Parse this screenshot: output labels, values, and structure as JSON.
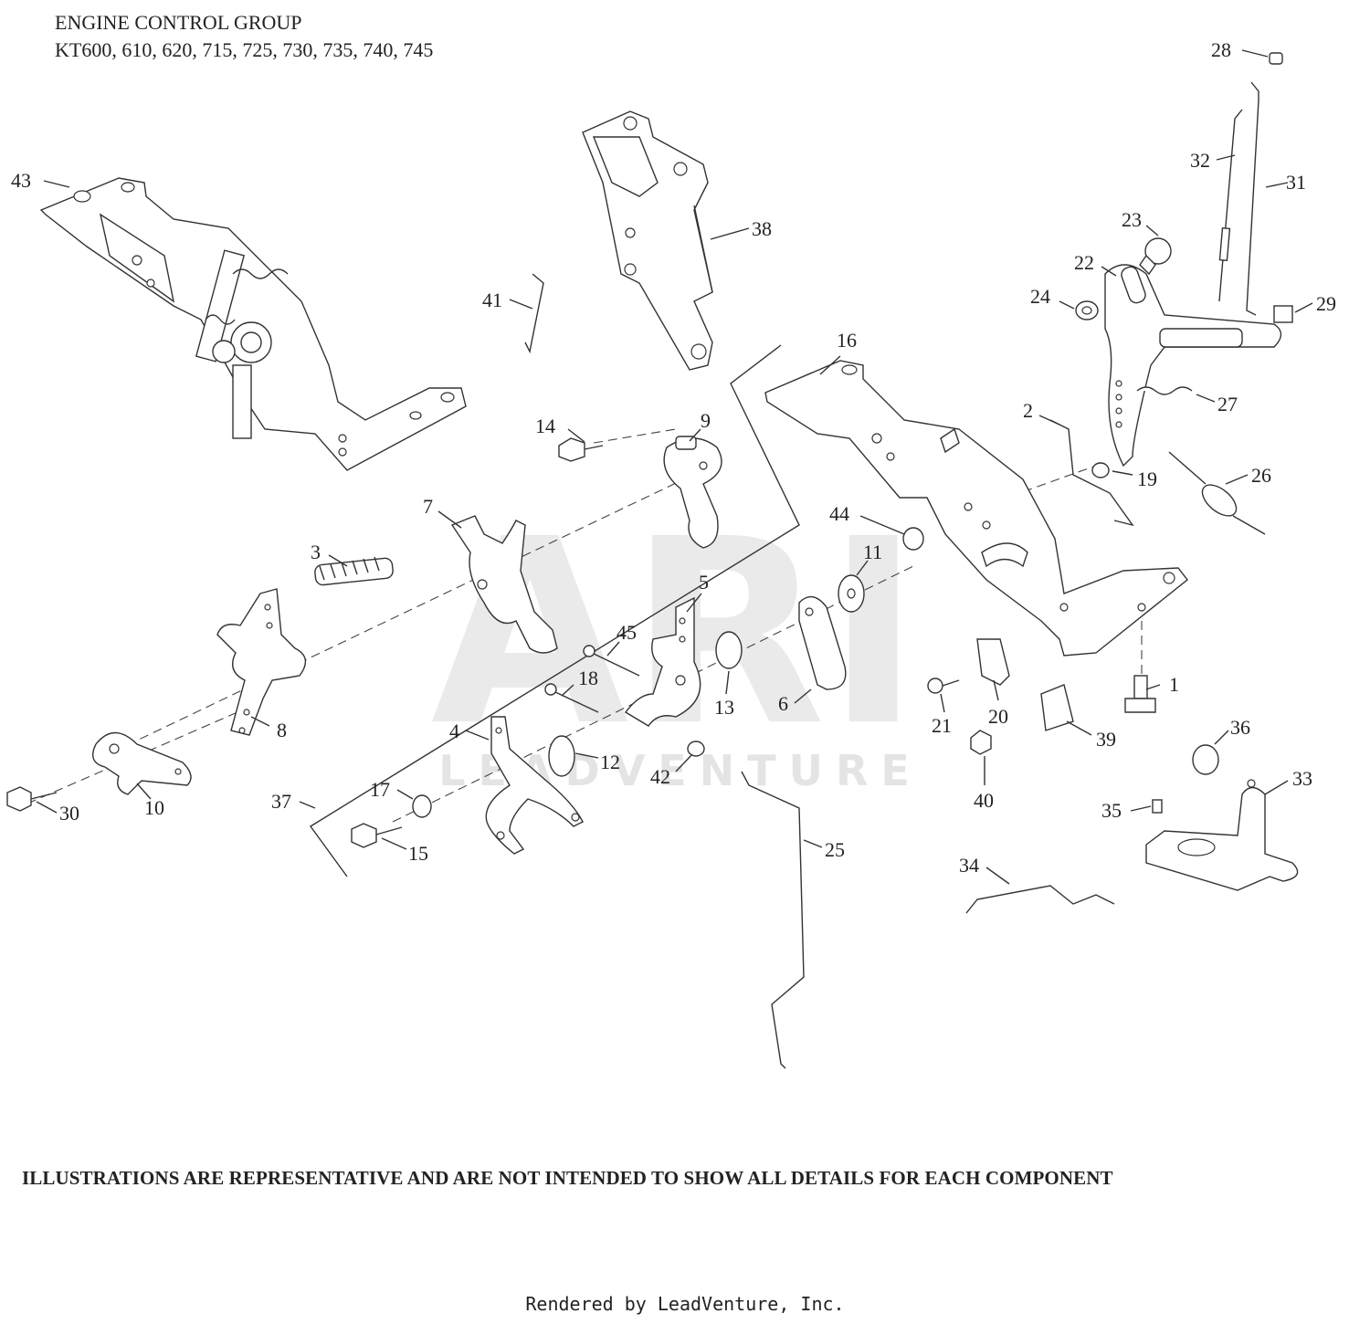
{
  "header": {
    "title": "ENGINE CONTROL GROUP",
    "models": "KT600, 610, 620, 715, 725, 730, 735, 740, 745"
  },
  "watermark": {
    "logo": "ARI",
    "tagline": "LEADVENTURE"
  },
  "callouts": [
    "1",
    "2",
    "3",
    "4",
    "5",
    "6",
    "7",
    "8",
    "9",
    "10",
    "11",
    "12",
    "13",
    "14",
    "15",
    "16",
    "17",
    "18",
    "19",
    "20",
    "21",
    "22",
    "23",
    "24",
    "25",
    "26",
    "27",
    "28",
    "29",
    "30",
    "31",
    "32",
    "33",
    "34",
    "35",
    "36",
    "37",
    "38",
    "39",
    "40",
    "41",
    "42",
    "43",
    "44",
    "45"
  ],
  "disclaimer": "ILLUSTRATIONS ARE REPRESENTATIVE AND ARE NOT INTENDED TO SHOW ALL DETAILS FOR EACH COMPONENT",
  "footer": "Rendered by LeadVenture, Inc."
}
